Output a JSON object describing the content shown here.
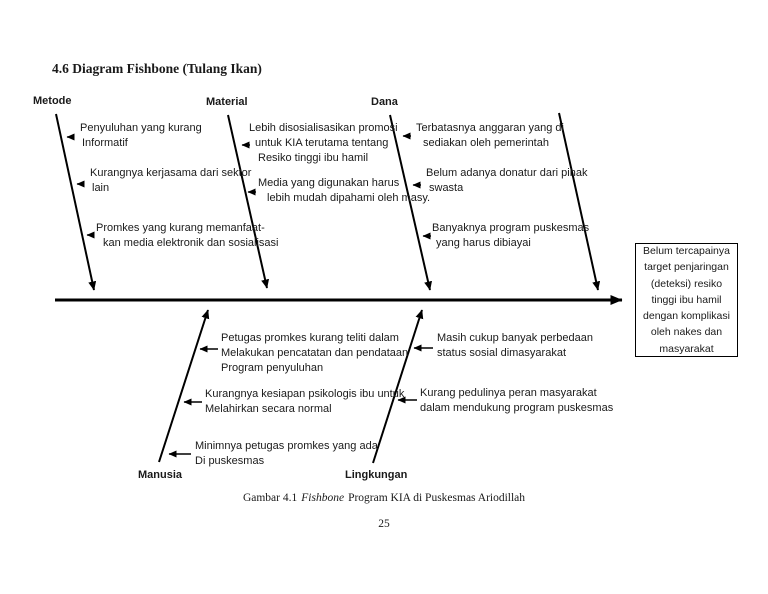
{
  "heading": "4.6 Diagram Fishbone (Tulang Ikan)",
  "diagram": {
    "effect_box": {
      "lines": [
        "Belum tercapainya",
        "target penjaringan",
        "(deteksi) resiko",
        "tinggi ibu hamil",
        "dengan komplikasi",
        "oleh nakes dan",
        "masyarakat"
      ]
    },
    "top_categories": [
      {
        "label": "Metode",
        "causes": [
          {
            "lines": [
              "Penyuluhan yang kurang",
              "Informatif"
            ]
          },
          {
            "lines": [
              "Kurangnya kerjasama dari sektor",
              "lain"
            ]
          },
          {
            "lines": [
              "Promkes yang kurang memanfaat-",
              "kan media elektronik dan sosialisasi"
            ]
          }
        ]
      },
      {
        "label": "Material",
        "causes": [
          {
            "lines": [
              "Lebih disosialisasikan promosi",
              "untuk KIA terutama tentang",
              "Resiko tinggi ibu hamil"
            ]
          },
          {
            "lines": [
              "Media yang digunakan harus",
              "lebih mudah dipahami oleh masy."
            ]
          }
        ]
      },
      {
        "label": "Dana",
        "causes": [
          {
            "lines": [
              "Terbatasnya anggaran yang di",
              "sediakan oleh pemerintah"
            ]
          },
          {
            "lines": [
              "Belum adanya donatur dari pihak",
              "swasta"
            ]
          },
          {
            "lines": [
              "Banyaknya program puskesmas",
              "yang harus dibiayai"
            ]
          }
        ]
      }
    ],
    "bottom_categories": [
      {
        "label": "Manusia",
        "causes": [
          {
            "lines": [
              "Petugas promkes kurang teliti dalam",
              "Melakukan pencatatan dan pendataan",
              "Program penyuluhan"
            ]
          },
          {
            "lines": [
              "Kurangnya kesiapan psikologis ibu untuk",
              "Melahirkan secara normal"
            ]
          },
          {
            "lines": [
              "Minimnya petugas promkes yang ada",
              "Di puskesmas"
            ]
          }
        ]
      },
      {
        "label": "Lingkungan",
        "causes": [
          {
            "lines": [
              "Masih cukup banyak perbedaan",
              "status sosial dimasyarakat"
            ]
          },
          {
            "lines": [
              "Kurang pedulinya peran masyarakat",
              "dalam mendukung program puskesmas"
            ]
          }
        ]
      }
    ]
  },
  "caption": {
    "prefix": "Gambar 4.1",
    "italic": "Fishbone",
    "suffix": "Program KIA di Puskesmas Ariodillah"
  },
  "page_number": "25",
  "colors": {
    "ink": "#1a1a1a",
    "line": "#000000",
    "background": "#ffffff"
  }
}
